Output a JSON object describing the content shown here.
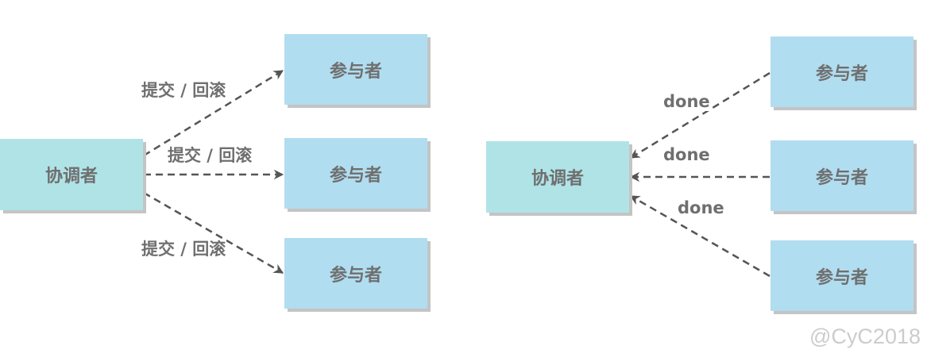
{
  "left_diagram": {
    "coordinator": "协调者",
    "participants": [
      "参与者",
      "参与者",
      "参与者"
    ],
    "edge_labels": [
      "提交 / 回滚",
      "提交 / 回滚",
      "提交 / 回滚"
    ]
  },
  "right_diagram": {
    "coordinator": "协调者",
    "participants": [
      "参与者",
      "参与者",
      "参与者"
    ],
    "edge_labels": [
      "done",
      "done",
      "done"
    ]
  },
  "watermark": "@CyC2018",
  "colors": {
    "coordinator_fill": "#b0e3e6",
    "participant_fill": "#b1ddf0",
    "edge": "#555555",
    "text": "#6f6f6f"
  }
}
